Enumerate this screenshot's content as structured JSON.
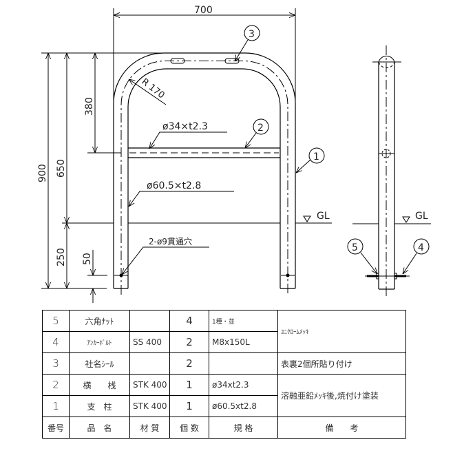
{
  "drawing": {
    "dimensions": {
      "width_total": "700",
      "height_total": "900",
      "height_above_gl": "650",
      "arch_height": "380",
      "embed_depth": "250",
      "hole_offset": "50",
      "radius": "R 170"
    },
    "labels": {
      "rail_pipe_spec": "ø34×t2.3",
      "post_pipe_spec": "ø60.5×t2.8",
      "through_holes": "2-ø9貫通穴",
      "ground_level_front": "GL",
      "ground_level_side": "GL"
    },
    "balloons": {
      "post": "1",
      "rail": "2",
      "seal": "3",
      "anchor_bolt": "4",
      "hex_nut": "5"
    }
  },
  "parts_table": {
    "header": {
      "no": "番号",
      "name": "品　名",
      "material": "材 質",
      "qty": "個 数",
      "spec": "規 格",
      "remarks": "備　　考"
    },
    "rows": [
      {
        "no": "5",
        "name": "六角ﾅｯﾄ",
        "material": "",
        "qty": "4",
        "spec": "1種・並",
        "remarks": "ﾕﾆｸﾛｰﾑﾒｯｷ"
      },
      {
        "no": "4",
        "name": "ｱﾝｶｰﾎﾞﾙﾄ",
        "material": "SS 400",
        "qty": "2",
        "spec": "M8x150L",
        "remarks": ""
      },
      {
        "no": "3",
        "name": "社名ｼｰﾙ",
        "material": "",
        "qty": "2",
        "spec": "",
        "remarks": "表裏2個所貼り付け"
      },
      {
        "no": "2",
        "name": "横　　桟",
        "material": "STK 400",
        "qty": "1",
        "spec": "ø34xt2.3",
        "remarks": "溶融亜鉛ﾒｯｷ後,焼付け塗装"
      },
      {
        "no": "1",
        "name": "支　柱",
        "material": "STK 400",
        "qty": "1",
        "spec": "ø60.5xt2.8",
        "remarks": ""
      }
    ]
  }
}
